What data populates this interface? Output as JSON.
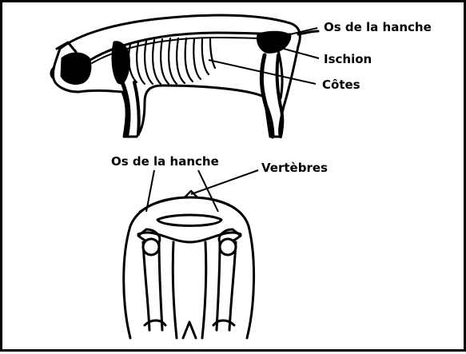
{
  "labels": {
    "hip_side": "Os de la hanche",
    "ischium": "Ischion",
    "ribs": "Côtes",
    "hip_rear": "Os de la hanche",
    "vertebrae": "Vertèbres"
  },
  "colors": {
    "ink": "#000000",
    "paper": "#ffffff"
  }
}
